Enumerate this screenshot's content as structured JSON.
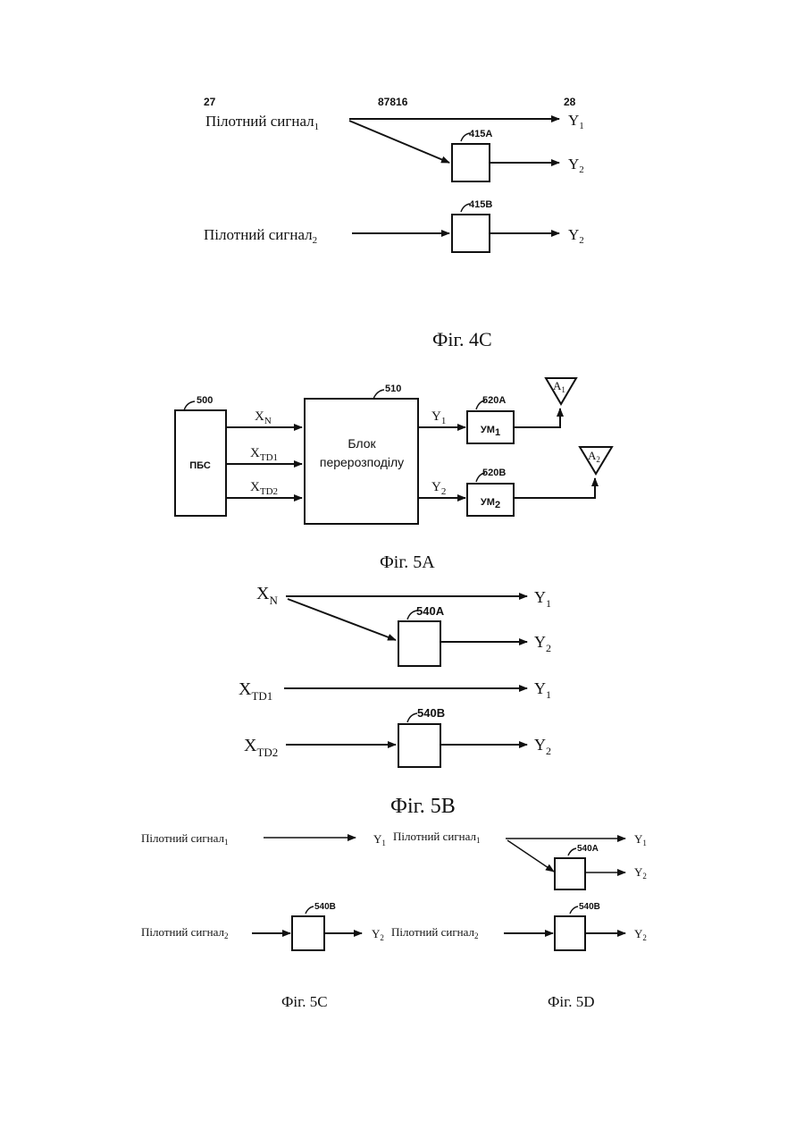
{
  "header": {
    "left_page": "27",
    "doc_number": "87816",
    "right_page": "28"
  },
  "fig4c": {
    "caption": "Фіг. 4C",
    "input1": "Пілотний сигнал",
    "input1_sub": "1",
    "input2": "Пілотний сигнал",
    "input2_sub": "2",
    "block_a": "415A",
    "block_b": "415B",
    "out1": "Y",
    "out1_sub": "1",
    "out2": "Y",
    "out2_sub": "2",
    "out3": "Y",
    "out3_sub": "2"
  },
  "fig5a": {
    "caption": "Фіг. 5A",
    "pbs_ref": "500",
    "pbs_label": "ПБС",
    "redist_ref": "510",
    "redist_line1": "Блок",
    "redist_line2": "перерозподілу",
    "in1": "X",
    "in1_sub": "N",
    "in2": "X",
    "in2_sub": "TD1",
    "in3": "X",
    "in3_sub": "TD2",
    "y1": "Y",
    "y1_sub": "1",
    "y2": "Y",
    "y2_sub": "2",
    "amp1_ref": "520A",
    "amp1": "УМ",
    "amp1_sub": "1",
    "amp2_ref": "520B",
    "amp2": "УМ",
    "amp2_sub": "2",
    "ant1": "A",
    "ant1_sub": "1",
    "ant2": "A",
    "ant2_sub": "2"
  },
  "fig5b": {
    "caption": "Фіг. 5B",
    "xn": "X",
    "xn_sub": "N",
    "xtd1": "X",
    "xtd1_sub": "TD1",
    "xtd2": "X",
    "xtd2_sub": "TD2",
    "block_a": "540A",
    "block_b": "540B",
    "o1": "Y",
    "o1_sub": "1",
    "o2": "Y",
    "o2_sub": "2",
    "o3": "Y",
    "o3_sub": "1",
    "o4": "Y",
    "o4_sub": "2"
  },
  "fig5c": {
    "caption": "Фіг. 5C",
    "in1": "Пілотний сигнал",
    "in1_sub": "1",
    "in2": "Пілотний сигнал",
    "in2_sub": "2",
    "block_b": "540B",
    "o1": "Y",
    "o1_sub": "1",
    "o2": "Y",
    "o2_sub": "2"
  },
  "fig5d": {
    "caption": "Фіг. 5D",
    "in1": "Пілотний сигнал",
    "in1_sub": "1",
    "in2": "Пілотний сигнал",
    "in2_sub": "2",
    "block_a": "540A",
    "block_b": "540B",
    "o1": "Y",
    "o1_sub": "1",
    "o2": "Y",
    "o2_sub": "2",
    "o3": "Y",
    "o3_sub": "2"
  }
}
